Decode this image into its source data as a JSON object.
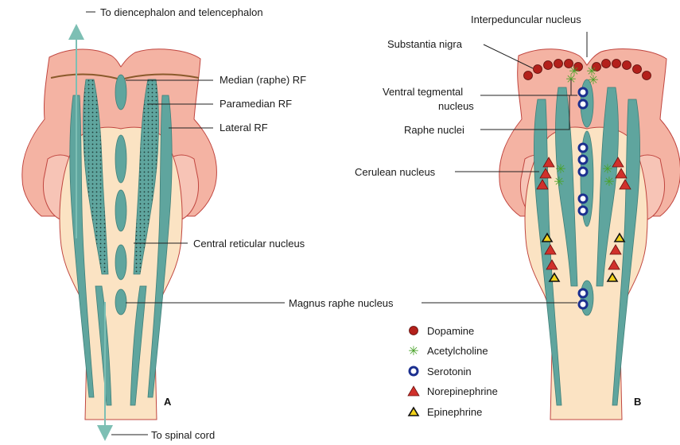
{
  "panels": {
    "a": {
      "letter": "A",
      "labels": {
        "top_arrow": "To diencephalon and telencephalon",
        "median_rf": "Median (raphe) RF",
        "paramedian_rf": "Paramedian RF",
        "lateral_rf": "Lateral RF",
        "central_reticular": "Central reticular nucleus",
        "magnus_raphe": "Magnus raphe nucleus",
        "bottom_arrow": "To spinal cord"
      }
    },
    "b": {
      "letter": "B",
      "labels": {
        "interpeduncular": "Interpeduncular nucleus",
        "substantia_nigra": "Substantia nigra",
        "ventral_tegmental_1": "Ventral tegmental",
        "ventral_tegmental_2": "nucleus",
        "raphe_nuclei": "Raphe nuclei",
        "cerulean": "Cerulean nucleus"
      },
      "legend": [
        {
          "label": "Dopamine",
          "icon": "dopamine-dot-icon",
          "color": "#b3201b"
        },
        {
          "label": "Acetylcholine",
          "icon": "acetylcholine-star-icon",
          "color": "#4aa32a"
        },
        {
          "label": "Serotonin",
          "icon": "serotonin-ring-icon",
          "color": "#1b2f8f"
        },
        {
          "label": "Norepinephrine",
          "icon": "norepinephrine-triangle-icon",
          "color": "#d0302b"
        },
        {
          "label": "Epinephrine",
          "icon": "epinephrine-triangle-icon",
          "color": "#f2d21a"
        }
      ]
    }
  },
  "colors": {
    "tissue_pink": "#f4b3a3",
    "tissue_cream": "#fbe3c3",
    "reticular_teal": "#5fa59e",
    "outline_red": "#c0453f",
    "arrow_teal": "#7dbfb4"
  }
}
